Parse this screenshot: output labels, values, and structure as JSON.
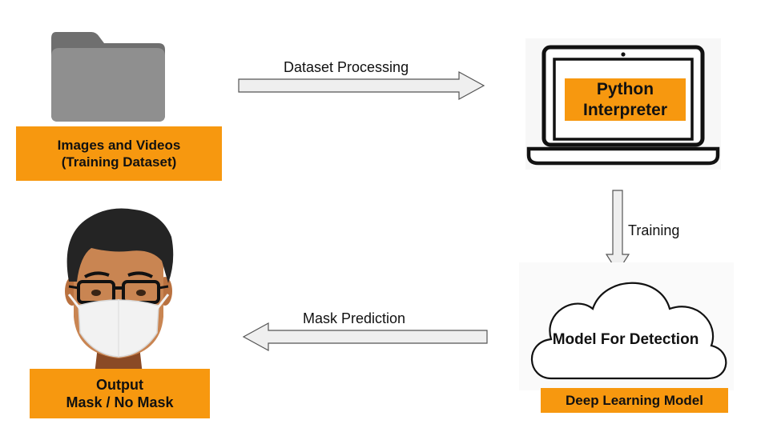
{
  "nodes": {
    "images_videos": {
      "line1": "Images and Videos",
      "line2": "(Training Dataset)",
      "icon": "folder-icon"
    },
    "python": {
      "line1": "Python",
      "line2": "Interpreter",
      "icon": "laptop-icon"
    },
    "model": {
      "label": "Model For Detection",
      "icon": "cloud-icon"
    },
    "deep_learning": {
      "label": "Deep Learning Model"
    },
    "output": {
      "line1": "Output",
      "line2": "Mask / No Mask",
      "icon": "masked-person-icon"
    }
  },
  "edges": {
    "dataset_processing": "Dataset Processing",
    "training": "Training",
    "mask_prediction": "Mask Prediction"
  },
  "colors": {
    "box_fill": "#f7980f",
    "arrow_fill": "#efefef",
    "arrow_stroke": "#555555",
    "folder": "#8f8f8f"
  }
}
